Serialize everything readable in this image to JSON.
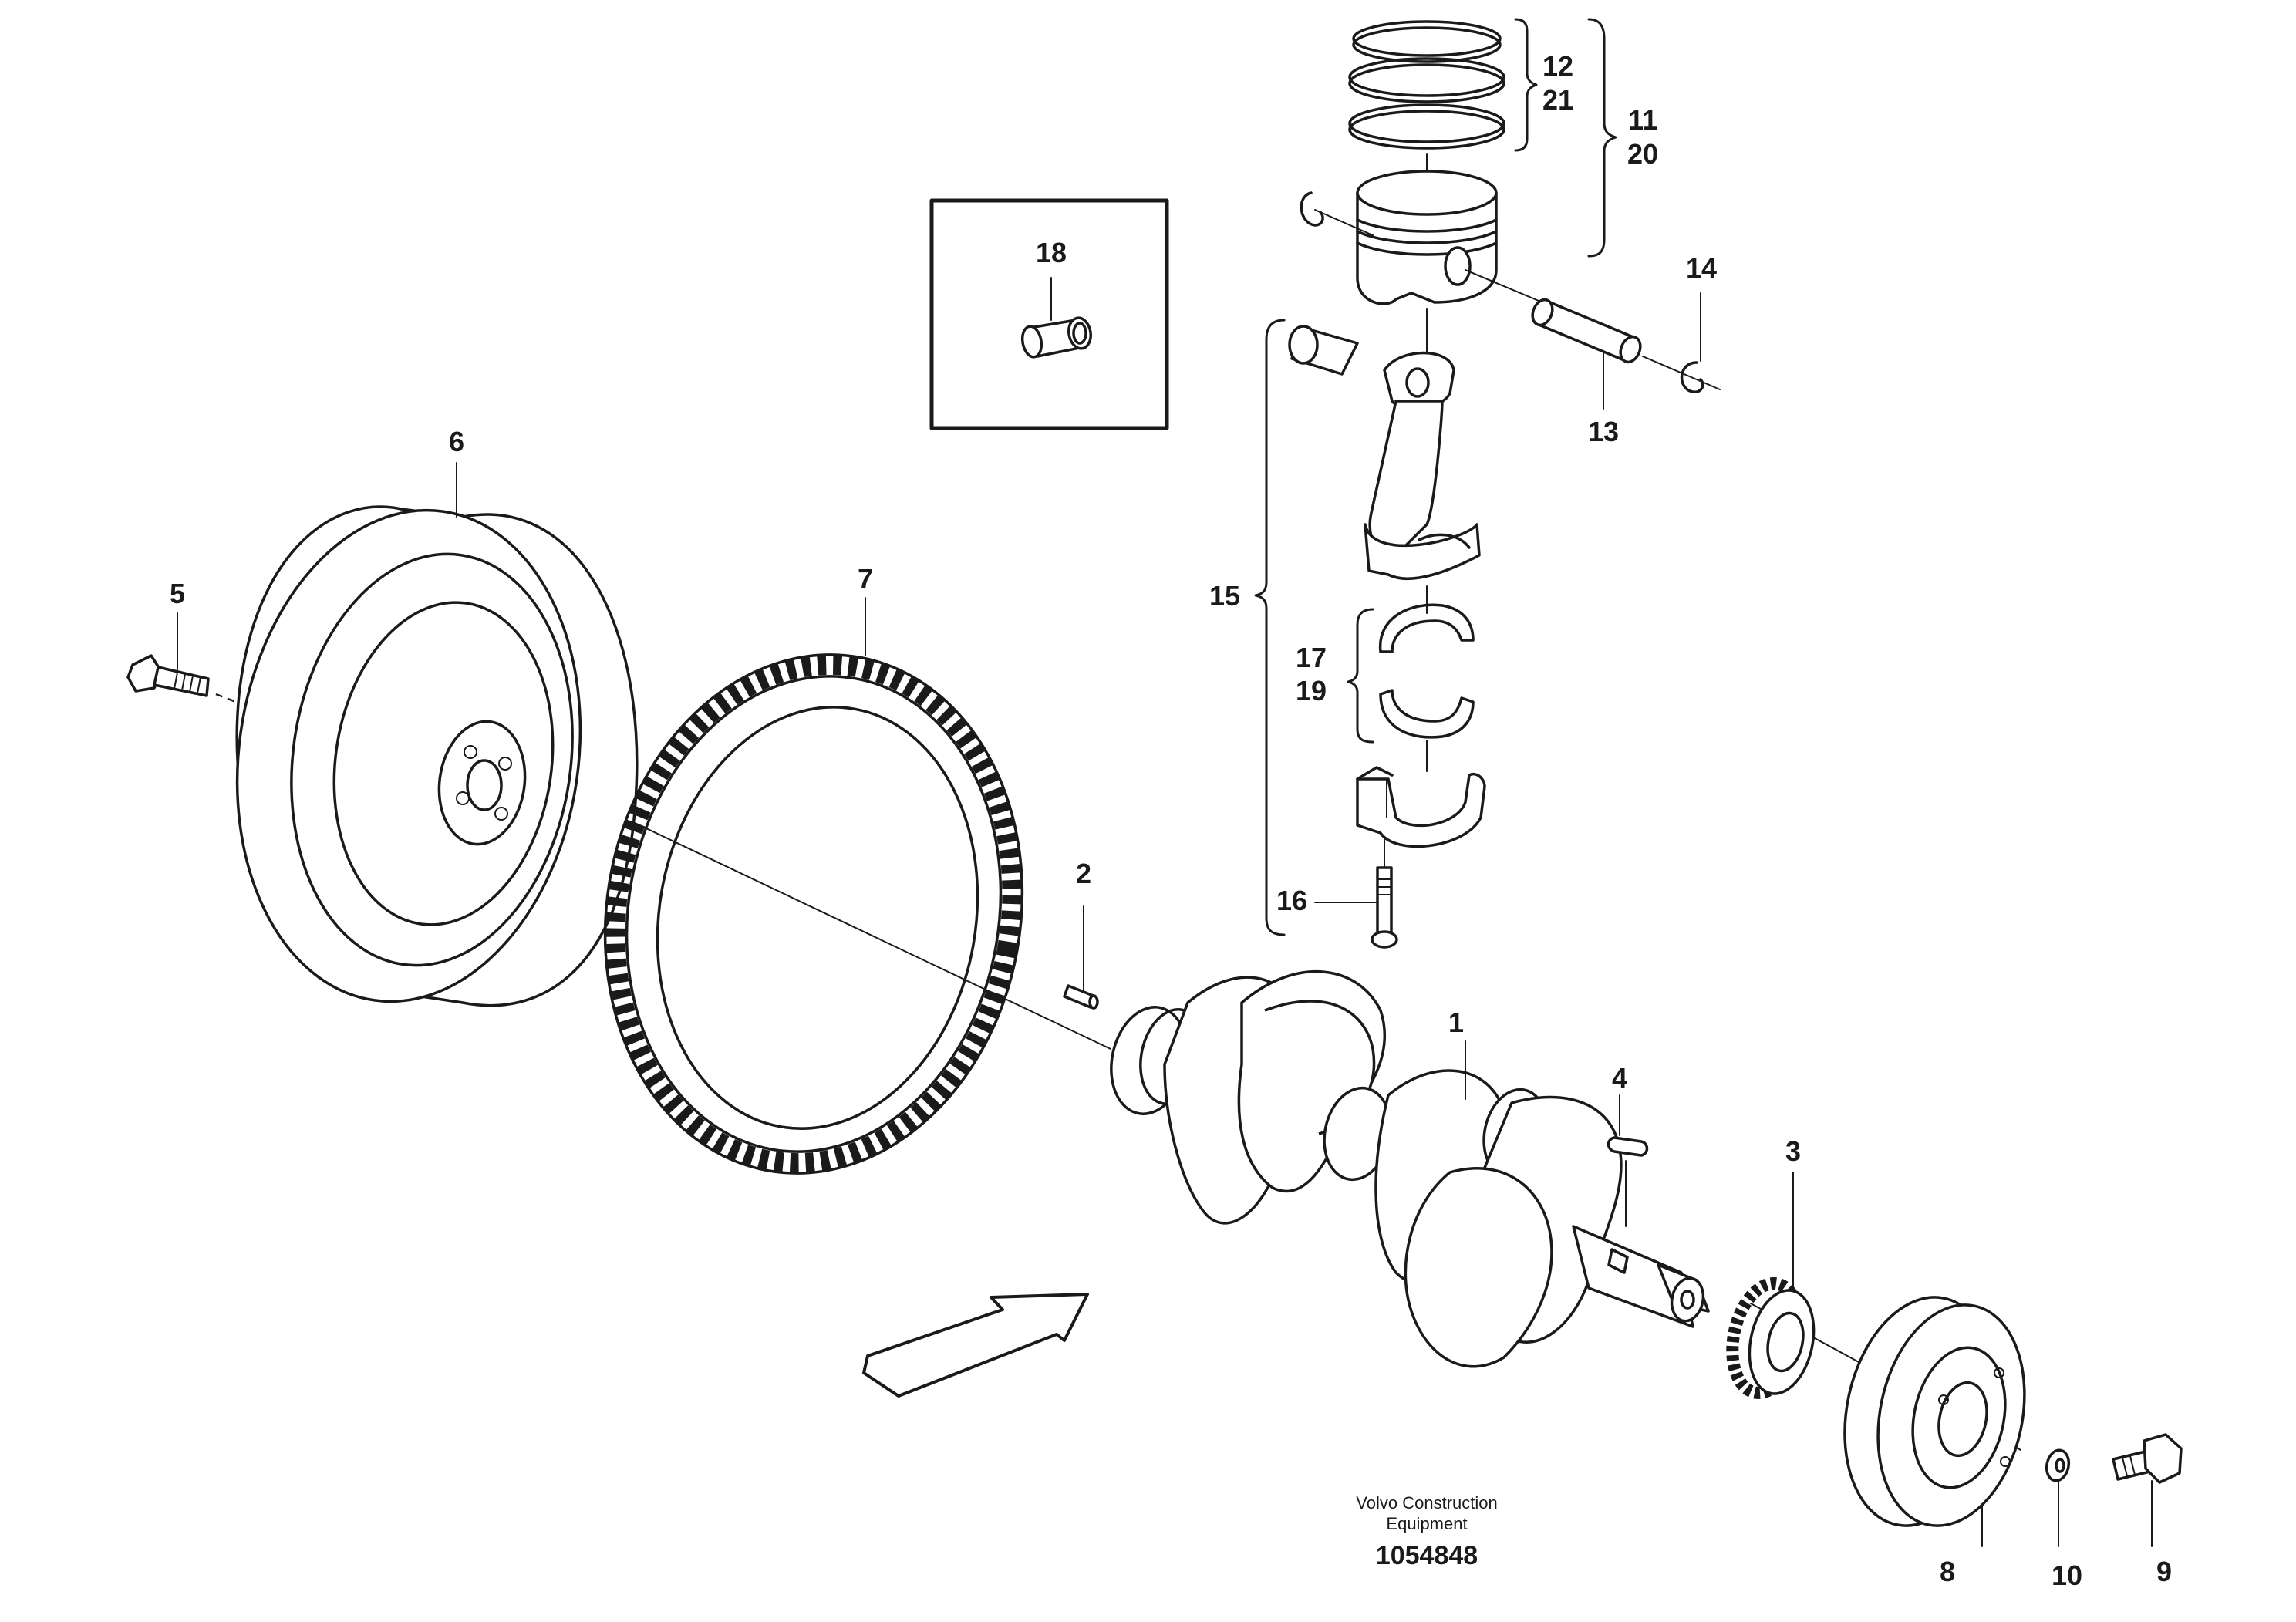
{
  "labels": {
    "p1": "1",
    "p2": "2",
    "p3": "3",
    "p4": "4",
    "p5": "5",
    "p6": "6",
    "p7": "7",
    "p8": "8",
    "p9": "9",
    "p10": "10",
    "p11": "11",
    "p12": "12",
    "p13": "13",
    "p14": "14",
    "p15": "15",
    "p16": "16",
    "p17": "17",
    "p18": "18",
    "p19": "19",
    "p20": "20",
    "p21": "21"
  },
  "credit": {
    "line1": "Volvo Construction",
    "line2": "Equipment"
  },
  "drawing_number": "1054848"
}
